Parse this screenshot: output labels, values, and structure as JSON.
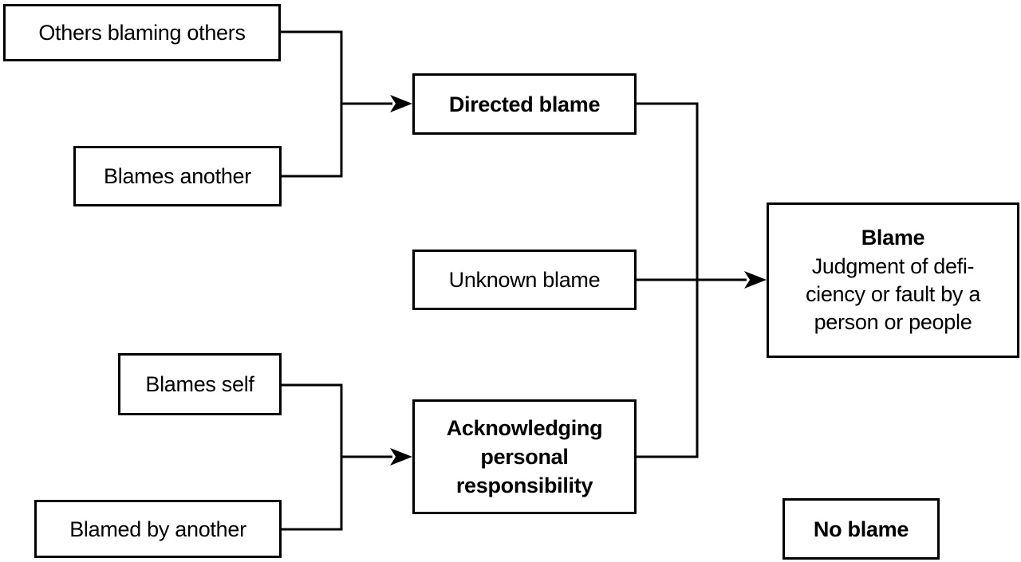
{
  "diagram": {
    "title": "Blame concept flowchart",
    "colors": {
      "background": "#ffffff",
      "line": "#000000",
      "text": "#000000"
    },
    "nodes": {
      "others_blaming_others": {
        "label": "Others blaming others"
      },
      "blames_another": {
        "label": "Blames another"
      },
      "directed_blame": {
        "label": "Directed blame"
      },
      "unknown_blame": {
        "label": "Unknown blame"
      },
      "blames_self": {
        "label": "Blames self"
      },
      "blamed_by_another": {
        "label": "Blamed by another"
      },
      "acknowledging_personal_responsibility": {
        "lines": [
          "Acknowledging",
          "personal",
          "responsibility"
        ]
      },
      "blame": {
        "title": "Blame",
        "desc_lines": [
          "Judgment of defi-",
          "ciency or fault by a",
          "person or people"
        ]
      },
      "no_blame": {
        "label": "No blame"
      }
    }
  }
}
